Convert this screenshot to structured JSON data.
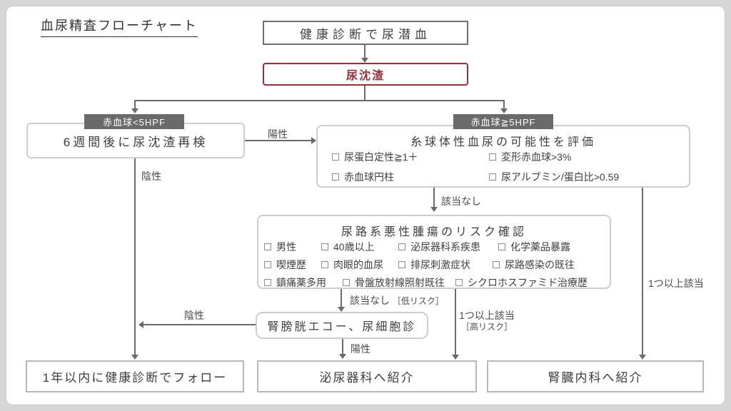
{
  "title": "血尿精査フローチャート",
  "nodes": {
    "start": "健康診断で尿潜血",
    "sediment": "尿沈渣",
    "recheck": "6週間後に尿沈渣再検",
    "echo": "腎膀胱エコー、尿細胞診",
    "follow": "1年以内に健康診断でフォロー",
    "urology": "泌尿器科へ紹介",
    "nephrology": "腎臓内科へ紹介"
  },
  "tags": {
    "low": "赤血球<5HPF",
    "high": "赤血球≧5HPF"
  },
  "glomerular": {
    "title": "糸球体性血尿の可能性を評価",
    "items": [
      "尿蛋白定性≧1＋",
      "変形赤血球>3%",
      "赤血球円柱",
      "尿アルブミン/蛋白比>0.59"
    ]
  },
  "risk": {
    "title": "尿路系悪性腫瘍のリスク確認",
    "rows": [
      [
        "男性",
        "40歳以上",
        "泌尿器科系疾患",
        "化学薬品暴露"
      ],
      [
        "喫煙歴",
        "肉眼的血尿",
        "排尿刺激症状",
        "尿路感染の既往"
      ],
      [
        "鎮痛薬多用",
        "骨盤放射線照射既往",
        "シクロホスファミド治療歴"
      ]
    ]
  },
  "labels": {
    "positive_top": "陽性",
    "negative_left": "陰性",
    "none_match": "該当なし",
    "none_match_low": "該当なし",
    "low_risk_note": "［低リスク］",
    "one_or_more_mid": "1つ以上該当",
    "high_risk_note": "［高リスク］",
    "one_or_more_right": "1つ以上該当",
    "negative_echo": "陰性",
    "positive_echo": "陽性"
  },
  "colors": {
    "accent_red": "#a42a38",
    "line_gray": "#6a6a6a",
    "tag_bg": "#6a6a6a",
    "border_light": "#cdcdcd",
    "border_dark": "#6e6e6e",
    "text": "#3d3d3d"
  }
}
